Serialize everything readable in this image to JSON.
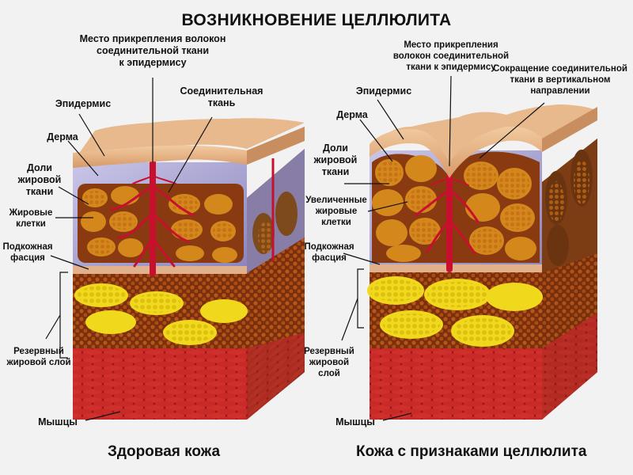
{
  "title": "ВОЗНИКНОВЕНИЕ ЦЕЛЛЮЛИТА",
  "left": {
    "caption": "Здоровая кожа",
    "label_attachment": [
      "Место прикрепления волокон",
      "соединительной ткани",
      "к эпидермису"
    ],
    "label_connective": [
      "Соединительная",
      "ткань"
    ],
    "label_epidermis": "Эпидермис",
    "label_dermis": "Дерма",
    "label_lobules": [
      "Доли",
      "жировой",
      "ткани"
    ],
    "label_fat_cells": [
      "Жировые",
      "клетки"
    ],
    "label_fascia": [
      "Подкожная",
      "фасция"
    ],
    "label_reserve": [
      "Резервный",
      "жировой слой"
    ],
    "label_muscles": "Мышцы"
  },
  "right": {
    "caption": "Кожа с признаками целлюлита",
    "label_attachment": [
      "Место прикрепления",
      "волокон соединительной",
      "ткани к эпидермису"
    ],
    "label_contraction": [
      "Сокращение соединительной",
      "ткани в вертикальном",
      "направлении"
    ],
    "label_epidermis": "Эпидермис",
    "label_dermis": "Дерма",
    "label_lobules": [
      "Доли",
      "жировой",
      "ткани"
    ],
    "label_enlarged": [
      "Увеличенные",
      "жировые",
      "клетки"
    ],
    "label_fascia": [
      "Подкожная",
      "фасция"
    ],
    "label_reserve": [
      "Резервный",
      "жировой",
      "слой"
    ],
    "label_muscles": "Мышцы"
  },
  "colors": {
    "epidermis": "#e9b98a",
    "dermis": "#a9a6cf",
    "fat_lobule": "#d4881c",
    "reserve_fat": "#f0d81c",
    "fat_bg": "#8a3a10",
    "connective": "#c8102e",
    "muscle": "#b01818"
  }
}
